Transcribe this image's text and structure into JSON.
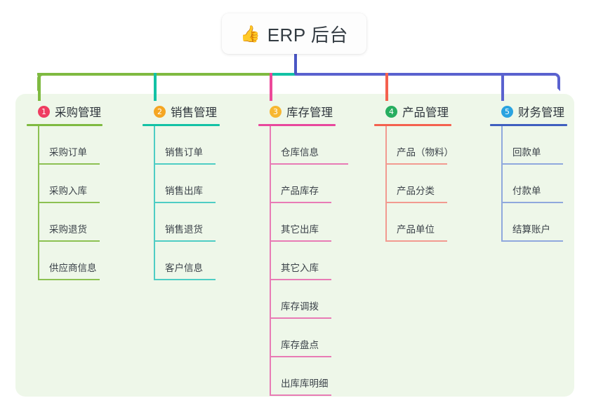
{
  "root": {
    "icon": "thumbs-up-emoji",
    "icon_glyph": "👍",
    "title": "ERP 后台"
  },
  "palette": {
    "panel_bg": "#eef7e9",
    "page_bg": "#ffffff",
    "stem": "#4a56c4",
    "bus_green": "#7fba41",
    "bus_teal": "#13c2a5",
    "bus_blue": "#5a62cf"
  },
  "columns": [
    {
      "index": "1",
      "title": "采购管理",
      "badge_color": "#ef3d61",
      "rule_color": "#7fba41",
      "line_color": "#8cc152",
      "drop_color": "#7fba41",
      "items": [
        "采购订单",
        "采购入库",
        "采购退货",
        "供应商信息"
      ]
    },
    {
      "index": "2",
      "title": "销售管理",
      "badge_color": "#f5a623",
      "rule_color": "#13c2a5",
      "line_color": "#4ecdc4",
      "drop_color": "#13c2a5",
      "items": [
        "销售订单",
        "销售出库",
        "销售退货",
        "客户信息"
      ]
    },
    {
      "index": "3",
      "title": "库存管理",
      "badge_color": "#f7b731",
      "rule_color": "#e8489d",
      "line_color": "#e87bb5",
      "drop_color": "#ec4899",
      "items": [
        "仓库信息",
        "产品库存",
        "其它出库",
        "其它入库",
        "库存调拨",
        "库存盘点",
        "出库库明细"
      ]
    },
    {
      "index": "4",
      "title": "产品管理",
      "badge_color": "#27ae60",
      "rule_color": "#f4614f",
      "line_color": "#f29a90",
      "drop_color": "#f4614f",
      "items": [
        "产品（物料）",
        "产品分类",
        "产品单位"
      ]
    },
    {
      "index": "5",
      "title": "财务管理",
      "badge_color": "#2aa3e0",
      "rule_color": "#3f5fbf",
      "line_color": "#8fa8dd",
      "drop_color": "#5a62cf",
      "items": [
        "回款单",
        "付款单",
        "结算账户"
      ]
    }
  ]
}
